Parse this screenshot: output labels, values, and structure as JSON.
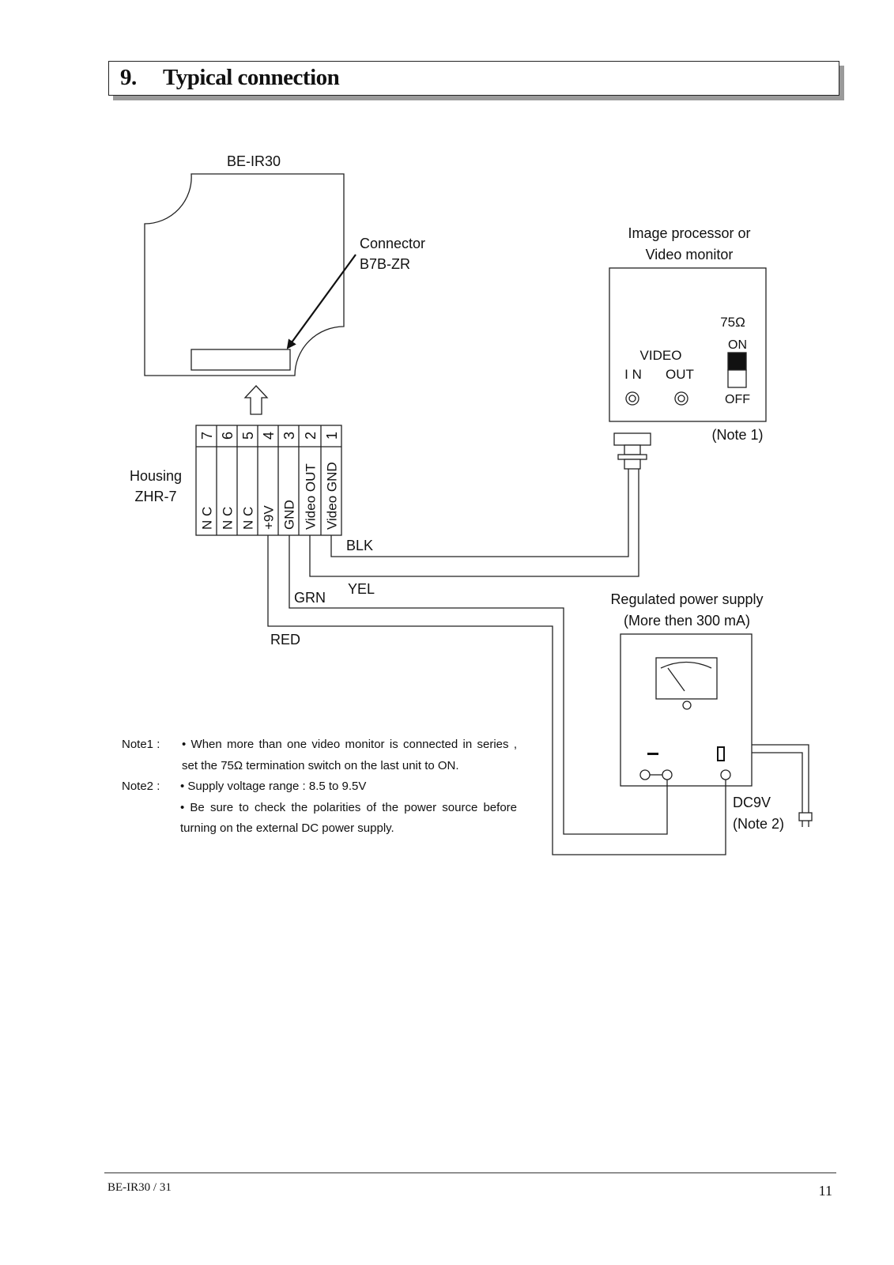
{
  "section": {
    "number": "9.",
    "title": "Typical connection"
  },
  "camera": {
    "label": "BE-IR30",
    "connector_line1": "Connector",
    "connector_line2": "B7B-ZR"
  },
  "housing": {
    "label_line1": "Housing",
    "label_line2": "ZHR-7",
    "pins": [
      {
        "num": "7",
        "name": "N C"
      },
      {
        "num": "6",
        "name": "N C"
      },
      {
        "num": "5",
        "name": "N C"
      },
      {
        "num": "4",
        "name": "+9V"
      },
      {
        "num": "3",
        "name": "GND"
      },
      {
        "num": "2",
        "name": "Video OUT"
      },
      {
        "num": "1",
        "name": "Video GND"
      }
    ]
  },
  "wires": {
    "blk": "BLK",
    "yel": "YEL",
    "grn": "GRN",
    "red": "RED"
  },
  "monitor": {
    "label_line1": "Image processor or",
    "label_line2": "Video monitor",
    "ohm": "75Ω",
    "on": "ON",
    "off": "OFF",
    "video": "VIDEO",
    "in": "I N",
    "out": "OUT",
    "note_ref": "(Note 1)"
  },
  "psu": {
    "label_line1": "Regulated power supply",
    "label_line2": "(More then 300 mA)",
    "dc": "DC9V",
    "note_ref": "(Note 2)"
  },
  "notes": {
    "note1_label": "Note1 :",
    "note1_text": "• When more than one video monitor is connected in series , set the 75Ω termination switch on the last unit to ON.",
    "note2_label": "Note2 :",
    "note2_item1": "• Supply voltage range : 8.5 to 9.5V",
    "note2_item2": "• Be sure to check the polarities of the power source before turning on the external DC power supply."
  },
  "footer": {
    "model": "BE-IR30 / 31",
    "page": "11"
  }
}
